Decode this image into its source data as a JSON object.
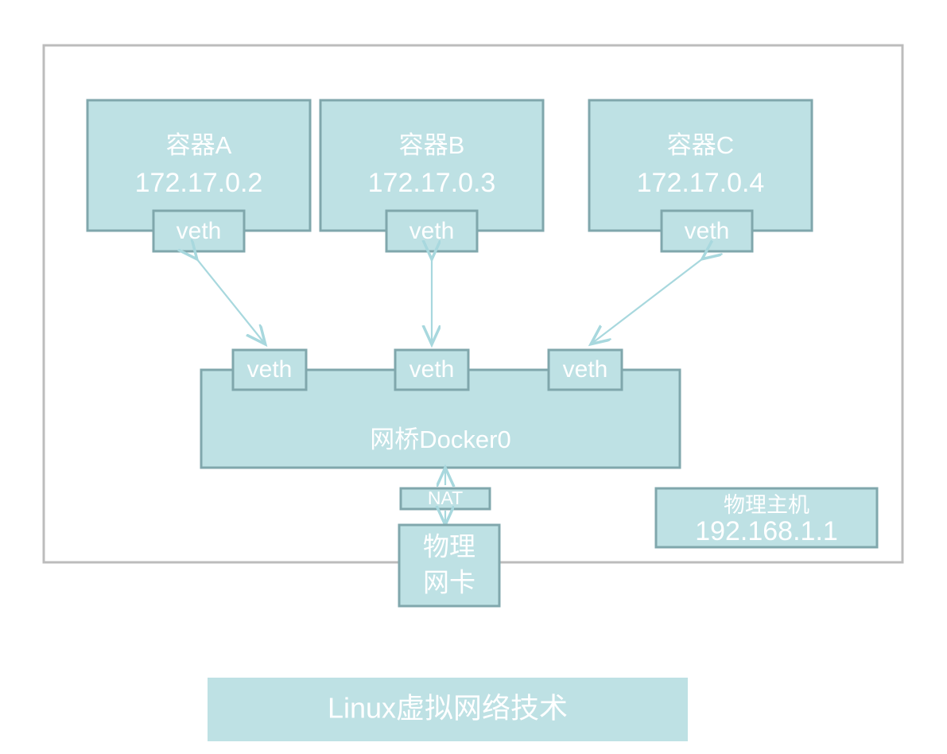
{
  "diagram": {
    "title": "Linux虚拟网络技术",
    "frame_label": "host-boundary-frame",
    "colors": {
      "box_fill": "#bee1e4",
      "box_stroke": "#80a7ac",
      "frame_stroke": "#bcbcbc",
      "arrow": "#a8d8de",
      "text": "#ffffff",
      "background": "#ffffff"
    },
    "containers": [
      {
        "name": "容器A",
        "ip": "172.17.0.2",
        "veth": "veth"
      },
      {
        "name": "容器B",
        "ip": "172.17.0.3",
        "veth": "veth"
      },
      {
        "name": "容器C",
        "ip": "172.17.0.4",
        "veth": "veth"
      }
    ],
    "bridge": {
      "label": "网桥Docker0",
      "ports": [
        {
          "veth": "veth"
        },
        {
          "veth": "veth"
        },
        {
          "veth": "veth"
        }
      ]
    },
    "nat": {
      "label": "NAT"
    },
    "nic": {
      "line1": "物理",
      "line2": "网卡"
    },
    "host": {
      "name": "物理主机",
      "ip": "192.168.1.1"
    }
  }
}
